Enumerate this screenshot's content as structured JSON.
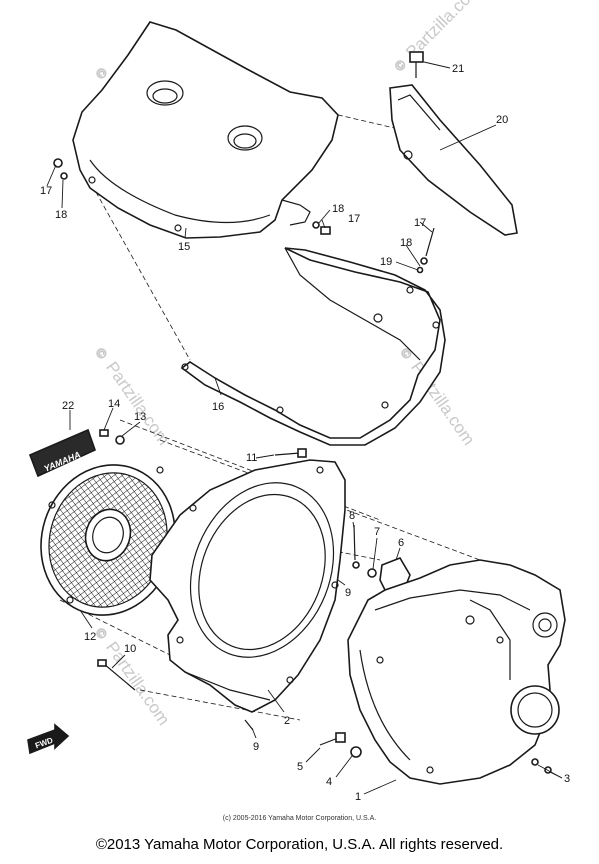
{
  "callouts": [
    {
      "id": "21",
      "label": "21"
    },
    {
      "id": "20",
      "label": "20"
    },
    {
      "id": "17a",
      "label": "17"
    },
    {
      "id": "18a",
      "label": "18"
    },
    {
      "id": "15",
      "label": "15"
    },
    {
      "id": "18b",
      "label": "18"
    },
    {
      "id": "17b",
      "label": "17"
    },
    {
      "id": "17c",
      "label": "17"
    },
    {
      "id": "18c",
      "label": "18"
    },
    {
      "id": "19",
      "label": "19"
    },
    {
      "id": "16",
      "label": "16"
    },
    {
      "id": "22",
      "label": "22"
    },
    {
      "id": "14",
      "label": "14"
    },
    {
      "id": "13",
      "label": "13"
    },
    {
      "id": "11",
      "label": "11"
    },
    {
      "id": "8",
      "label": "8"
    },
    {
      "id": "7",
      "label": "7"
    },
    {
      "id": "6",
      "label": "6"
    },
    {
      "id": "9a",
      "label": "9"
    },
    {
      "id": "12",
      "label": "12"
    },
    {
      "id": "10",
      "label": "10"
    },
    {
      "id": "2",
      "label": "2"
    },
    {
      "id": "9b",
      "label": "9"
    },
    {
      "id": "5",
      "label": "5"
    },
    {
      "id": "4",
      "label": "4"
    },
    {
      "id": "3",
      "label": "3"
    },
    {
      "id": "1",
      "label": "1"
    }
  ],
  "watermark": {
    "text": "Partzilla.com",
    "symbol": "©"
  },
  "fwd_label": "FWD",
  "logo_label": "YAMAHA",
  "inner_copyright": "(c) 2005-2016 Yamaha Motor Corporation, U.S.A.",
  "footer": "©2013 Yamaha Motor Corporation, U.S.A. All rights reserved."
}
